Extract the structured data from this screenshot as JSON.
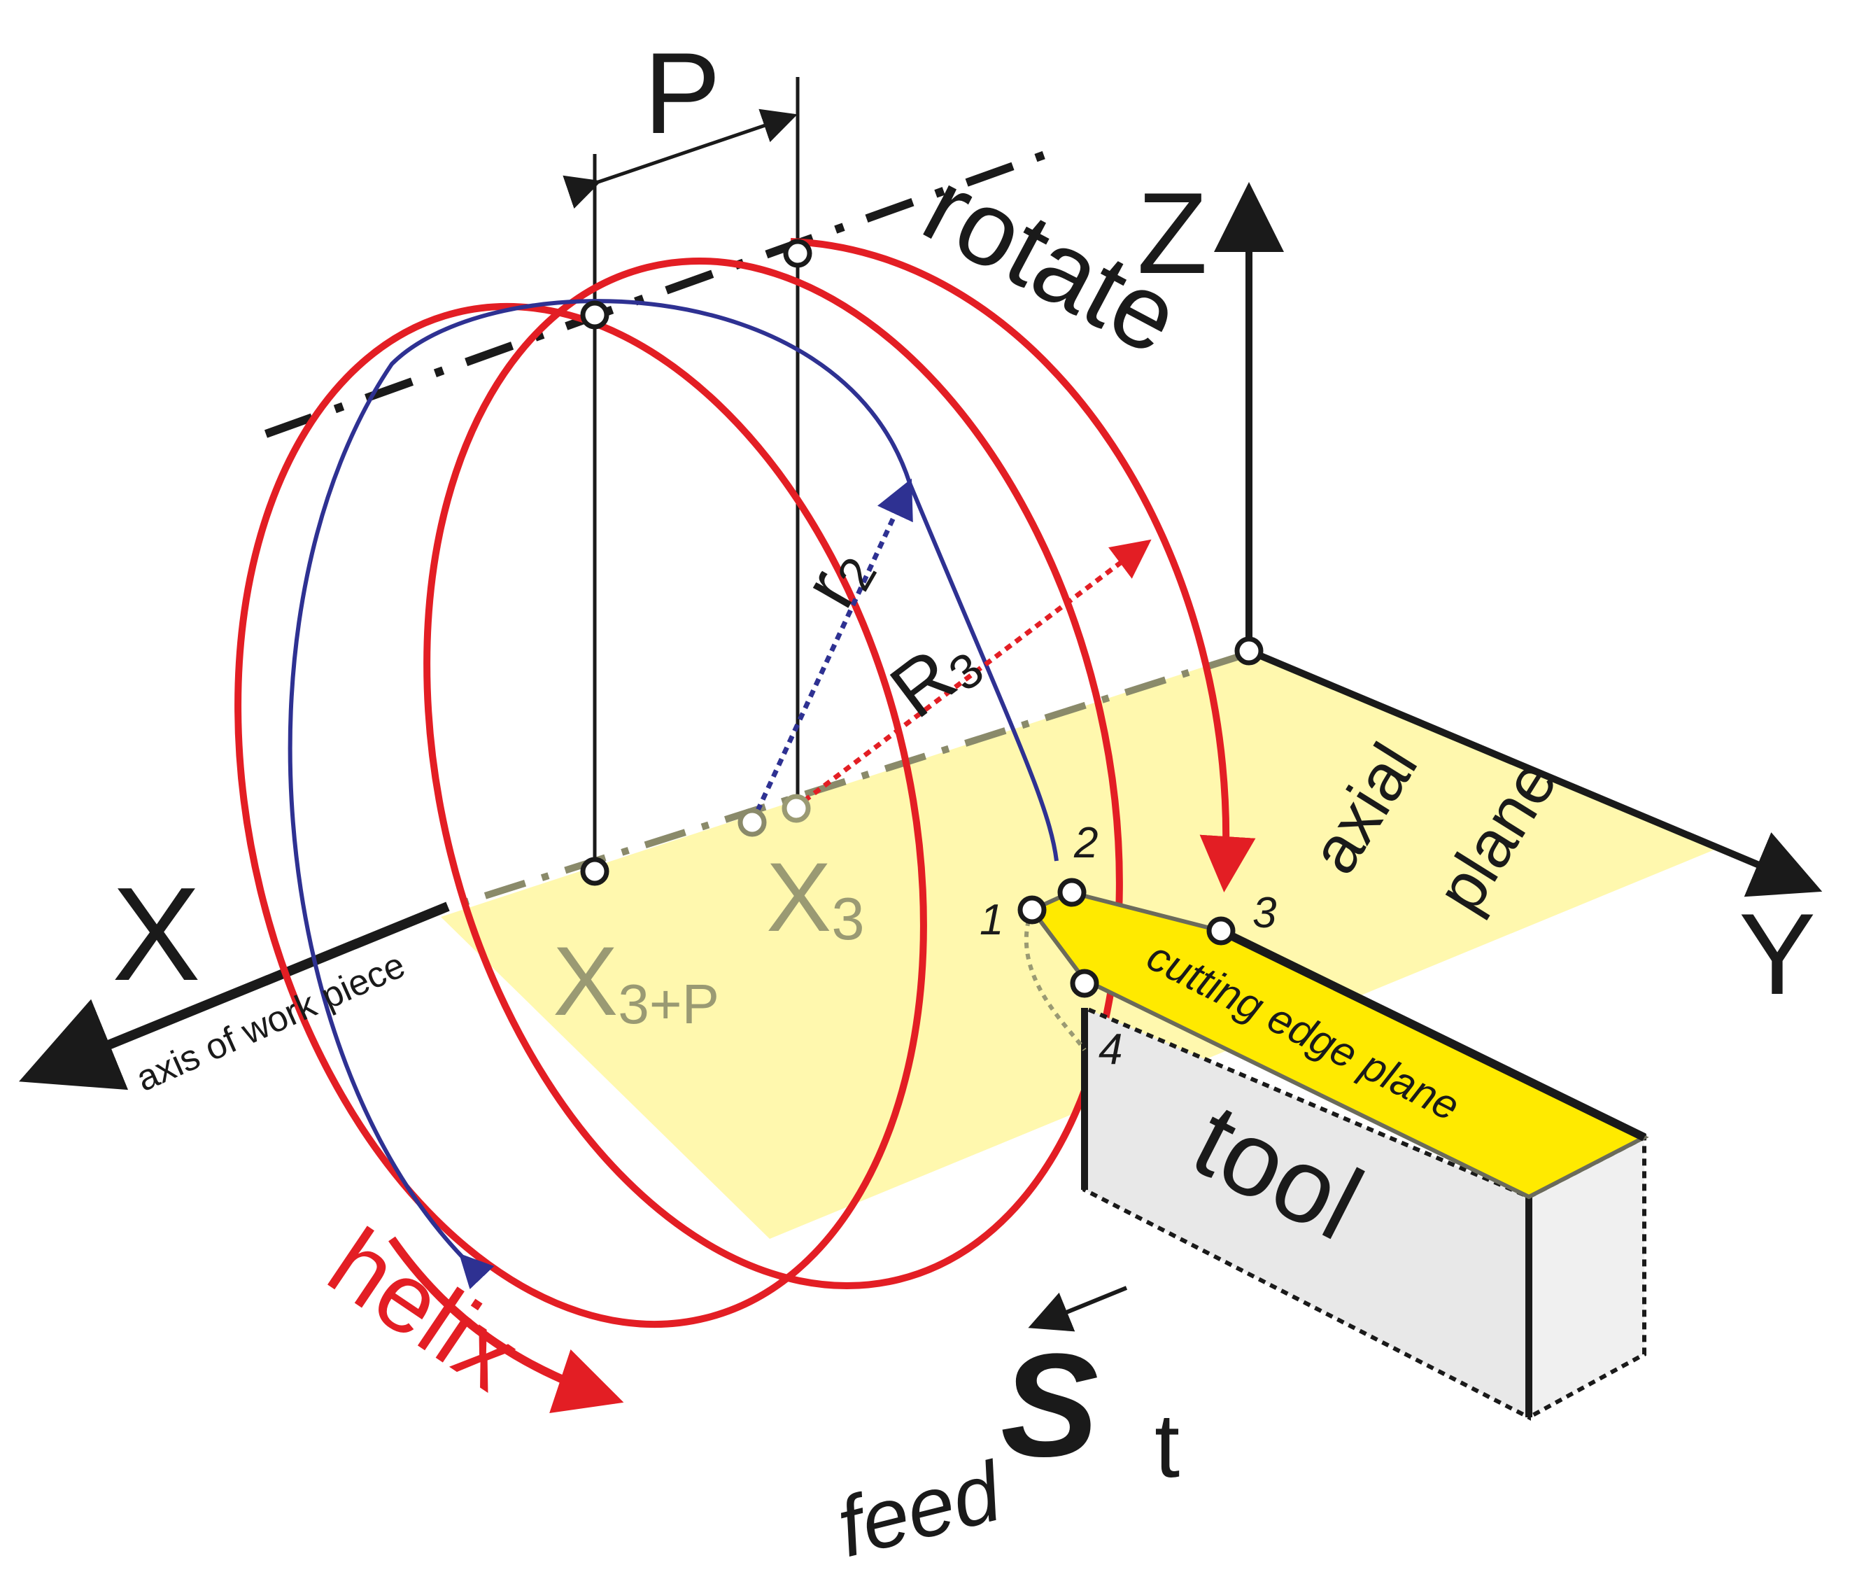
{
  "diagram": {
    "labels": {
      "pitch": "P",
      "rotate": "rotate",
      "z_axis": "Z",
      "x_axis": "X",
      "y_axis": "Y",
      "r2": "r",
      "r2_sub": "2",
      "R3": "R",
      "R3_sub": "3",
      "X3": "X",
      "X3_sub": "3",
      "X3P": "X",
      "X3P_sub": "3+P",
      "axis_of_work_piece": "axis of work piece",
      "axial": "axial",
      "plane": "plane",
      "cutting_edge_plane": "cutting edge plane",
      "tool": "tool",
      "helix": "helix",
      "feed": "feed",
      "feed_symbol": "S",
      "feed_sub": "t",
      "point_1": "1",
      "point_2": "2",
      "point_3": "3",
      "point_4": "4"
    },
    "colors": {
      "helix_red": "#e31e24",
      "blue_path": "#2e3192",
      "axial_plane_yellow": "#fff7a0",
      "cutting_plane_yellow": "#ffea00",
      "muted_label": "#9a9a73",
      "tool_face": "#e8e8e8",
      "ink": "#1a1a1a"
    }
  }
}
